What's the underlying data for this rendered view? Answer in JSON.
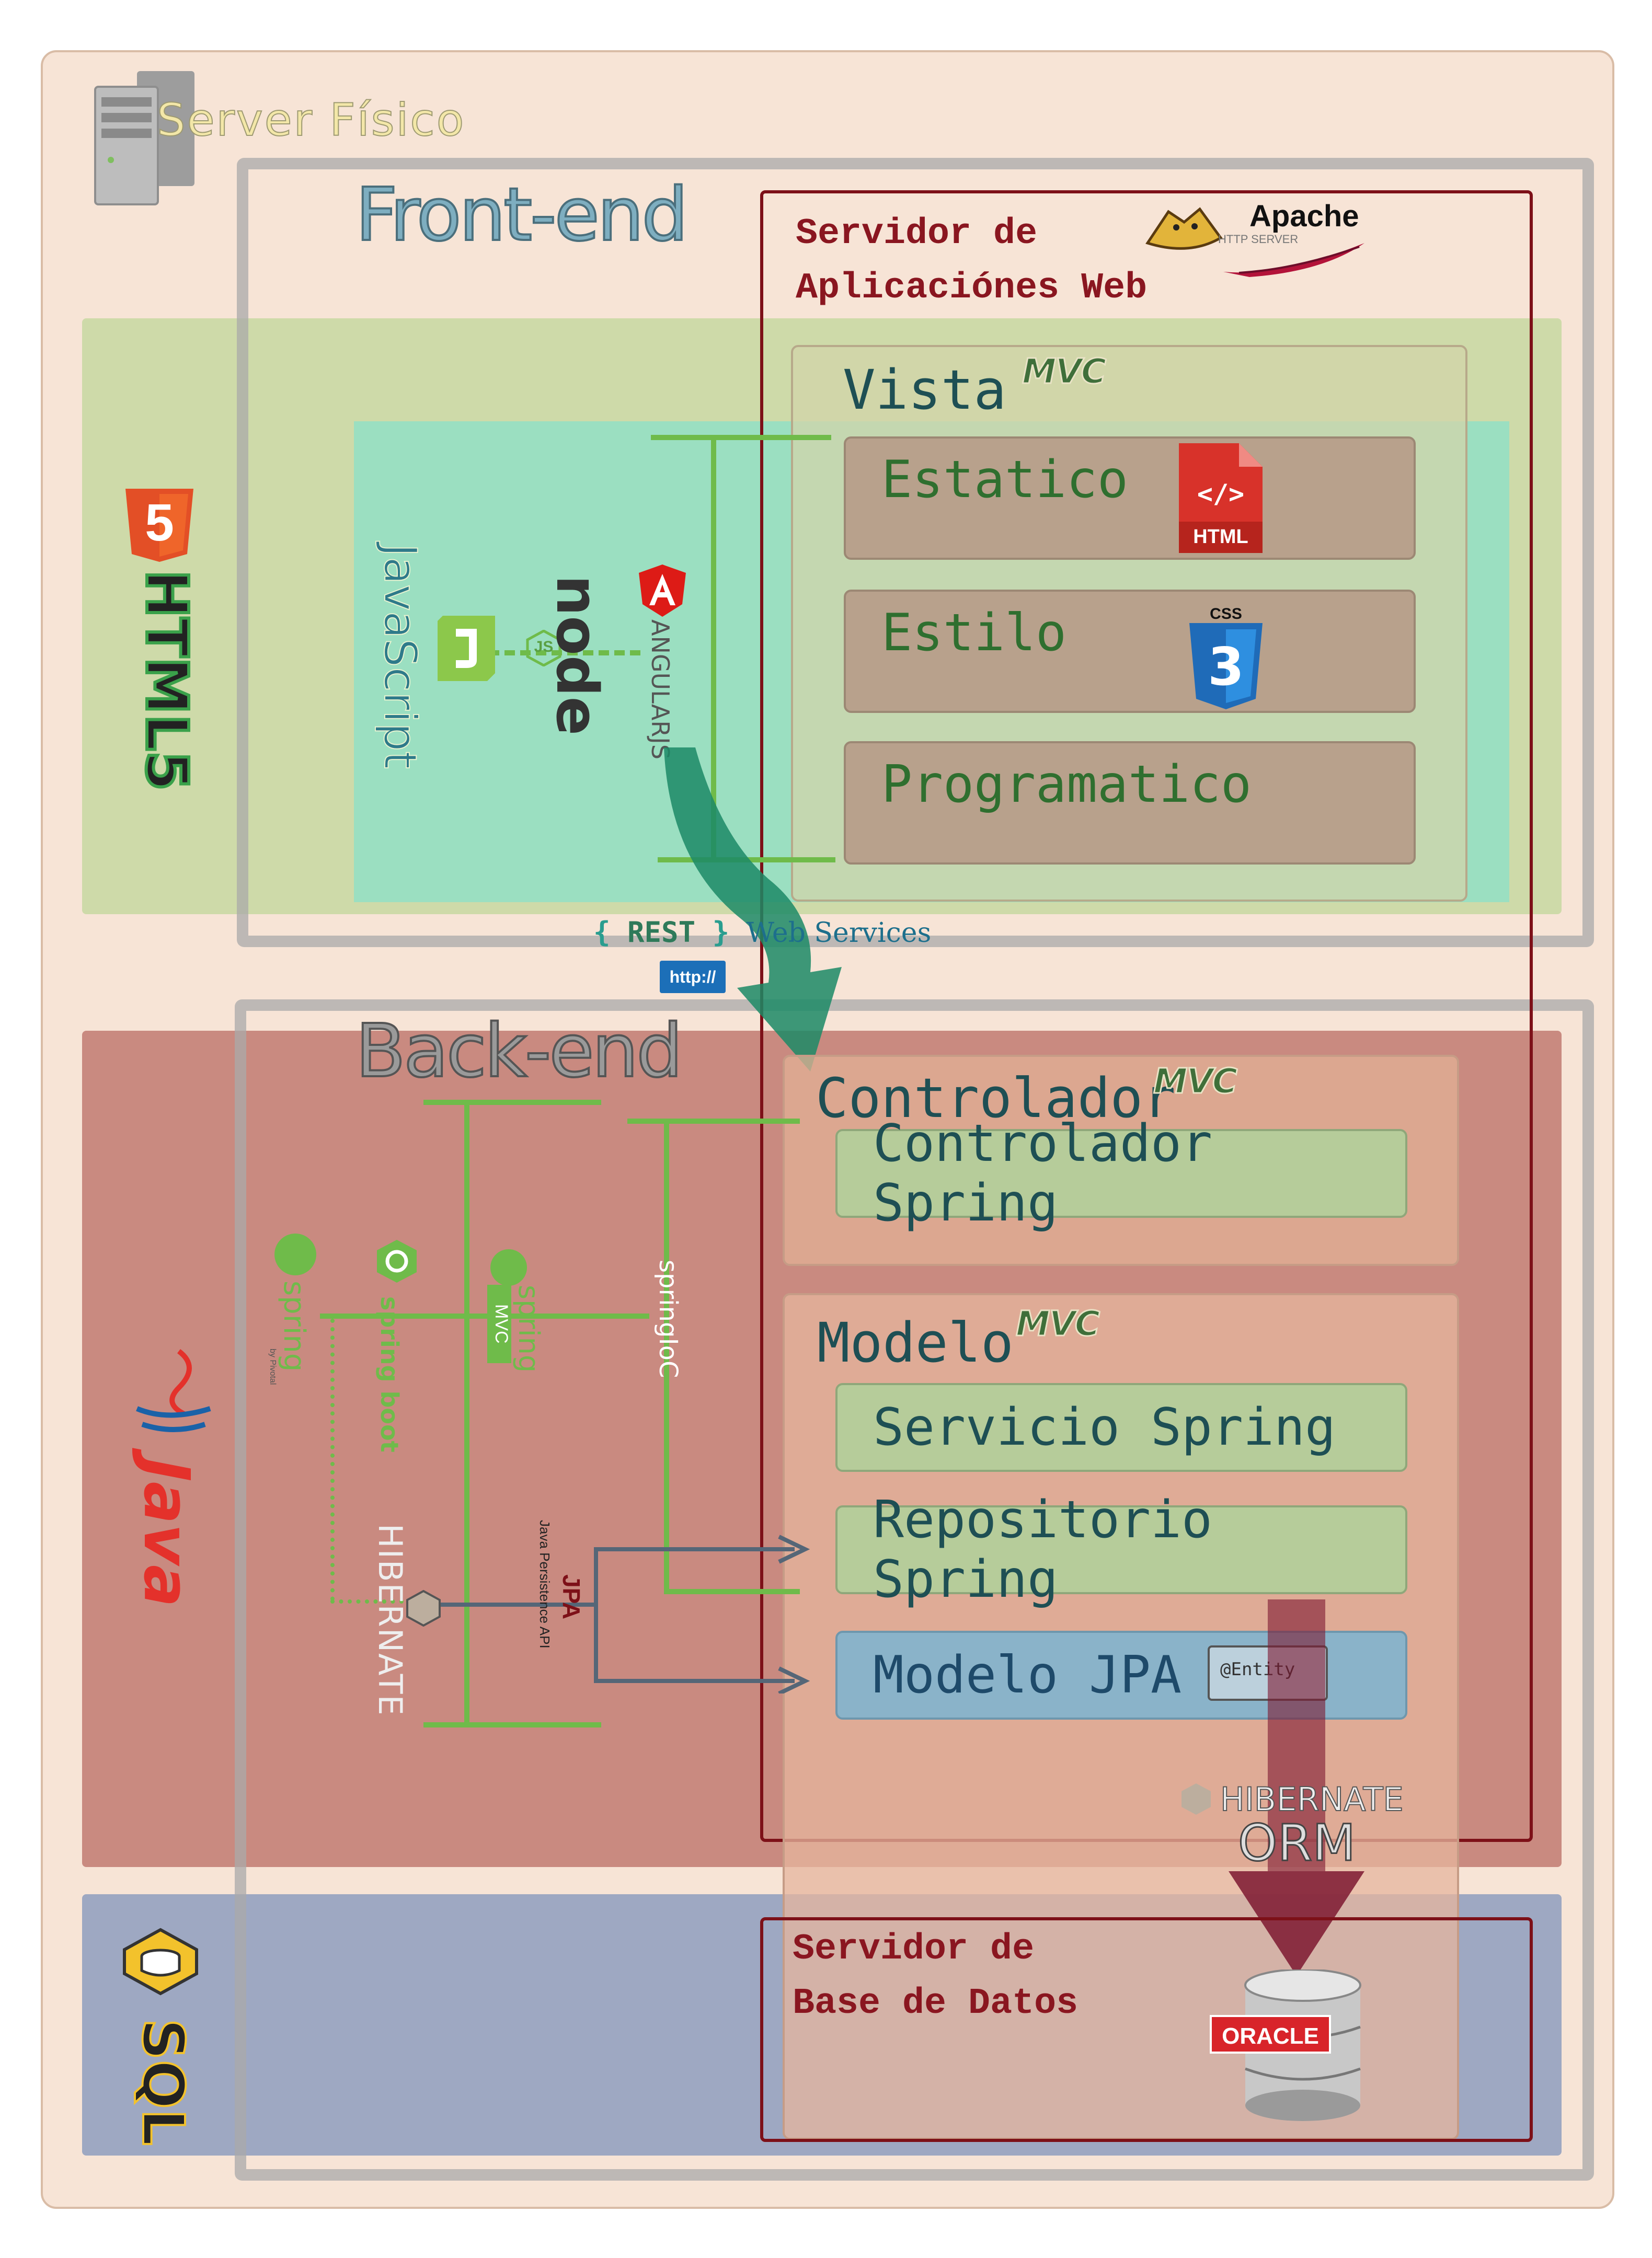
{
  "server_fisico": "Server Físico",
  "frontend": {
    "title": "Front-end",
    "web_server": {
      "line1": "Servidor de",
      "line2": "Aplicaciónes Web"
    },
    "apache": {
      "name": "Apache",
      "sub": "HTTP SERVER"
    },
    "vista": {
      "title": "Vista",
      "mvc": "MVC",
      "items": [
        {
          "label": "Estatico",
          "icon": "html-file-icon",
          "icon_text": "HTML",
          "icon_code": "</>"
        },
        {
          "label": "Estilo",
          "icon": "css3-icon",
          "icon_text": "CSS"
        },
        {
          "label": "Programatico"
        }
      ]
    },
    "tech": {
      "javascript": "JavaScript",
      "node": "node",
      "node_badge": "JS",
      "angular": "ANGULARJS"
    },
    "html5": "HTML5",
    "html5_badge": "5",
    "rest": {
      "left": "{",
      "word": "REST",
      "right": "}",
      "services": "Web Services",
      "http": "http://"
    }
  },
  "backend": {
    "title": "Back-end",
    "controlador": {
      "title": "Controlador",
      "mvc": "MVC",
      "items": [
        "Controlador Spring"
      ]
    },
    "modelo": {
      "title": "Modelo",
      "mvc": "MVC",
      "items": [
        "Servicio Spring",
        "Repositorio Spring",
        "Modelo JPA"
      ],
      "entity": "@Entity"
    },
    "tech": {
      "spring": "spring",
      "pivotal": "by Pivotal",
      "spring_boot": "spring boot",
      "spring_mvc": "spring",
      "spring_mvc_badge": "MVC",
      "spring_ioc": "springIoC",
      "hibernate": "HIBERNATE",
      "jpa": "JPA",
      "jpa_full": "Java Persistence API"
    },
    "java": "Java",
    "orm": {
      "brand": "HIBERNATE",
      "orm": "ORM"
    }
  },
  "sql": {
    "label": "SQL",
    "db_server": {
      "line1": "Servidor de",
      "line2": "Base de Datos"
    },
    "oracle": "ORACLE"
  },
  "colors": {
    "dark_red": "#7d1018",
    "green_line": "#6fbb4a",
    "teal_arrow": "#1c8a66"
  }
}
